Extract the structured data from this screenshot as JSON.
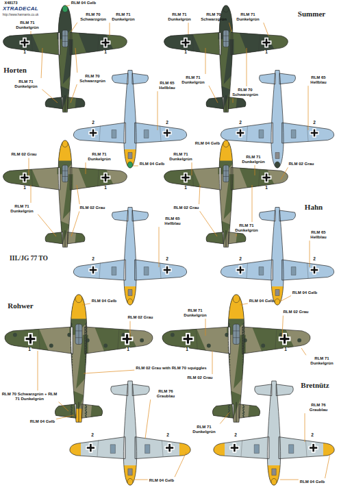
{
  "diagram": {
    "labels": [
      "X48173",
      "XTRADECAL",
      "http://www.hannants.co.uk",
      "RLM 04 Gelb",
      "RLM 71 Dunkelgrün",
      "RLM 70 Schwarzgrün",
      "RLM 71 Dunkelgrün",
      "Horten",
      "RLM 71 Dunkelgrün",
      "RLM 70 Schwarzgrün",
      "RLM 65 Hellblau",
      "1",
      "1",
      "2",
      "2",
      "RLM 04 Gelb",
      "RLM 71 Dunkelgrün",
      "RLM 70 Schwarzgrün",
      "RLM 71 Dunkelgrün",
      "Summer",
      "RLM 71 Dunkelgrün",
      "RLM 70 Schwarzgrün",
      "RLM 65 Hellblau",
      "1",
      "1",
      "2",
      "2",
      "RLM 02 Grau",
      "RLM 71 Dunkelgrün",
      "RLM 71 Dunkelgrün",
      "RLM 02 Grau",
      "III./JG 77 TO",
      "RLM 65 Hellblau",
      "1",
      "1",
      "2",
      "2",
      "RLM 71 Dunkelgrün",
      "RLM 04 Gelb",
      "RLM 71 Dunkelgrün",
      "RLM 02 Grau",
      "RLM 02 Grau",
      "RLM 71 Dunkelgrün",
      "Hahn",
      "RLM 65 Hellblau",
      "RLM 04 Gelb",
      "1",
      "1",
      "2",
      "2",
      "Rohwer",
      "RLM 04 Gelb",
      "RLM 02 Grau",
      "RLM 02 Grau with RLM 70 squiggles",
      "RLM 70 Schwarzgrün + RLM 71 Dunkelgrün",
      "RLM 04 Gelb",
      "RLM 76 Graublau",
      "RLM 04 Gelb",
      "1",
      "1",
      "2",
      "2",
      "RLM 04 Gelb",
      "RLM 02 Grau",
      "RLM 71 Dunkelgrün",
      "RLM 02 Grau",
      "RLM 71 Dunkelgrün",
      "RLM 71 Dunkelgrün",
      "Bretnütz",
      "RLM 76 Graublau",
      "RLM 04 Gelb",
      "1",
      "1",
      "2",
      "2"
    ]
  }
}
